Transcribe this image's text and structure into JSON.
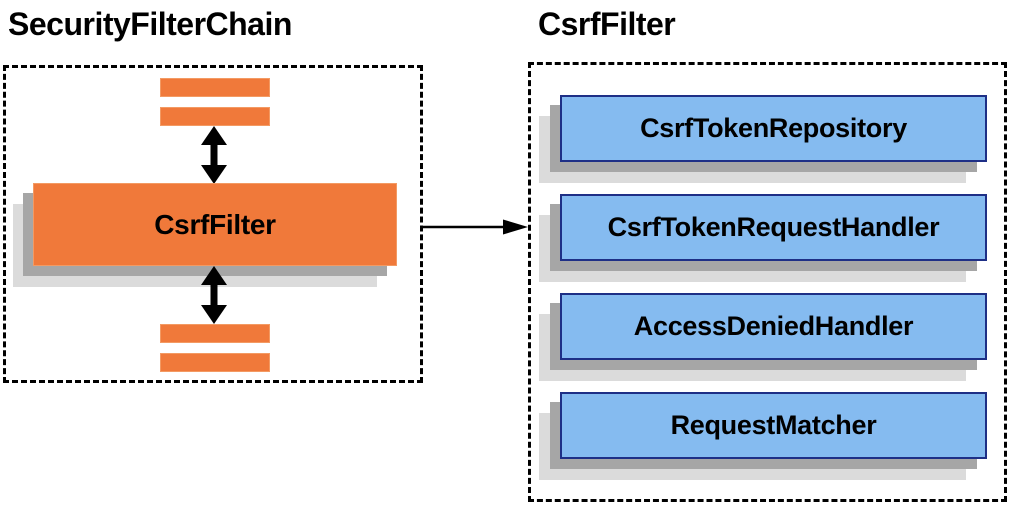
{
  "diagram": {
    "left_panel": {
      "title": "SecurityFilterChain",
      "main_box_label": "CsrfFilter"
    },
    "right_panel": {
      "title": "CsrfFilter",
      "components": [
        {
          "label": "CsrfTokenRepository"
        },
        {
          "label": "CsrfTokenRequestHandler"
        },
        {
          "label": "AccessDeniedHandler"
        },
        {
          "label": "RequestMatcher"
        }
      ]
    },
    "colors": {
      "orange_fill": "#F0793A",
      "orange_border": "#F39A63",
      "blue_fill": "#85BBF0",
      "blue_border": "#1E2F86",
      "shadow_dark": "#A6A6A6",
      "shadow_light": "#DBDBDB",
      "connector": "#000000"
    }
  }
}
